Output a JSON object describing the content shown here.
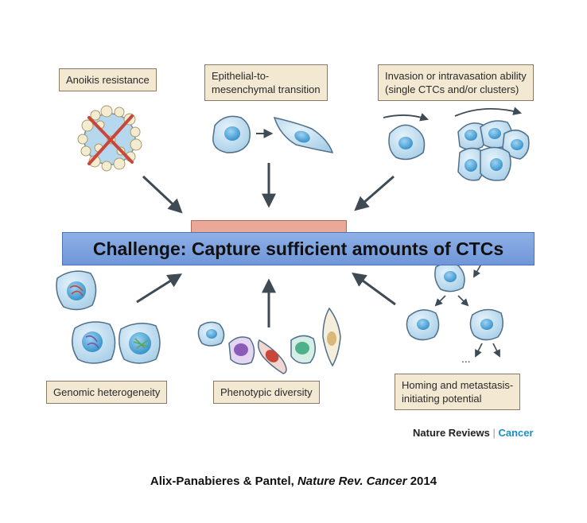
{
  "labels": {
    "anoikis": "Anoikis resistance",
    "emt": "Epithelial-to-\nmesenchymal transition",
    "invasion": "Invasion or intravasation ability\n(single CTCs and/or clusters)",
    "genomic": "Genomic heterogeneity",
    "phenotypic": "Phenotypic diversity",
    "homing": "Homing and metastasis-\ninitiating potential"
  },
  "banner": "Challenge: Capture sufficient amounts of CTCs",
  "ellipsis": "...",
  "journal": {
    "name": "Nature Reviews",
    "separator": "|",
    "section": "Cancer"
  },
  "citation": {
    "authors": "Alix-Panabieres & Pantel, ",
    "journal": "Nature Rev. Cancer",
    "year": " 2014"
  },
  "colors": {
    "cell_fill": "#c5e0f1",
    "nucleus": "#5aaedc",
    "label_bg": "#f3e8d2",
    "banner": "#7aa0de",
    "arrow": "#3e4a54",
    "cross": "#c8473a",
    "brand": "#1b8fc2"
  }
}
